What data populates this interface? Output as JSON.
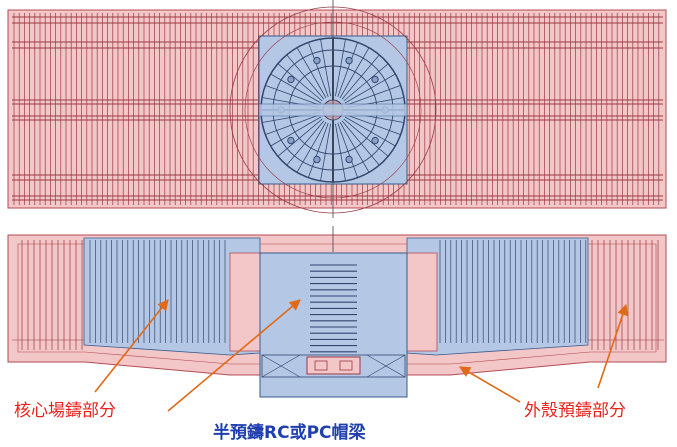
{
  "colors": {
    "shell_fill": "#f2c2c3",
    "shell_stroke": "#b44b55",
    "core_fill": "#b4c8e6",
    "core_stroke": "#3a5a8a",
    "rebar_shell": "#9a3a44",
    "rebar_core": "#33466e",
    "arrow": "#e06a18",
    "label_red": "#e8221b",
    "label_blue": "#1f3fae"
  },
  "labels": {
    "core_label": "核心場鑄部分",
    "cap_label": "半預鑄RC或PC帽梁",
    "shell_label": "外殼預鑄部分"
  }
}
